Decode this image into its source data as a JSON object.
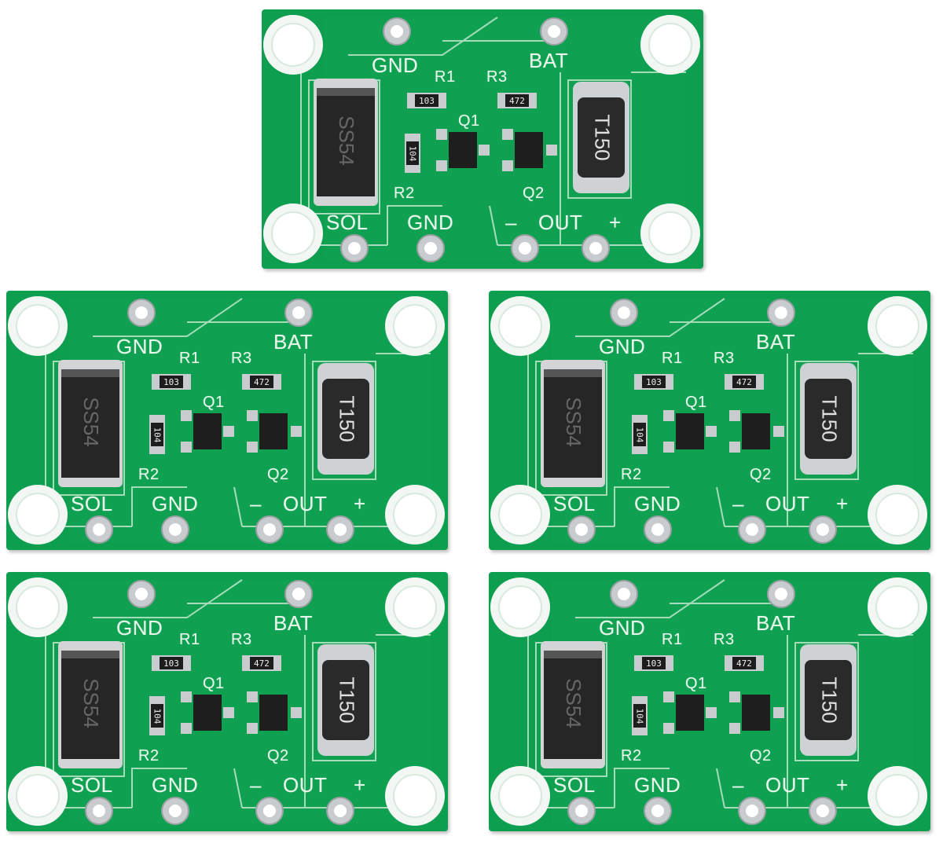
{
  "colors": {
    "pcb": "#0e9e4f",
    "silk": "#e8f6ec",
    "pad": "#c9ccce",
    "chip": "#222222"
  },
  "board_labels": {
    "gnd_top": "GND",
    "bat": "BAT",
    "r1": "R1",
    "r3": "R3",
    "q1": "Q1",
    "q2": "Q2",
    "r2": "R2",
    "sol": "SOL",
    "gnd_bottom": "GND",
    "out": "OUT",
    "minus": "–",
    "plus": "+",
    "diode_marking": "SS54",
    "inductor_marking": "T150",
    "r1_code": "103",
    "r3_code": "472",
    "r2_code": "104"
  },
  "boards": [
    {
      "id": "board-1"
    },
    {
      "id": "board-2"
    },
    {
      "id": "board-3"
    },
    {
      "id": "board-4"
    },
    {
      "id": "board-5"
    }
  ]
}
